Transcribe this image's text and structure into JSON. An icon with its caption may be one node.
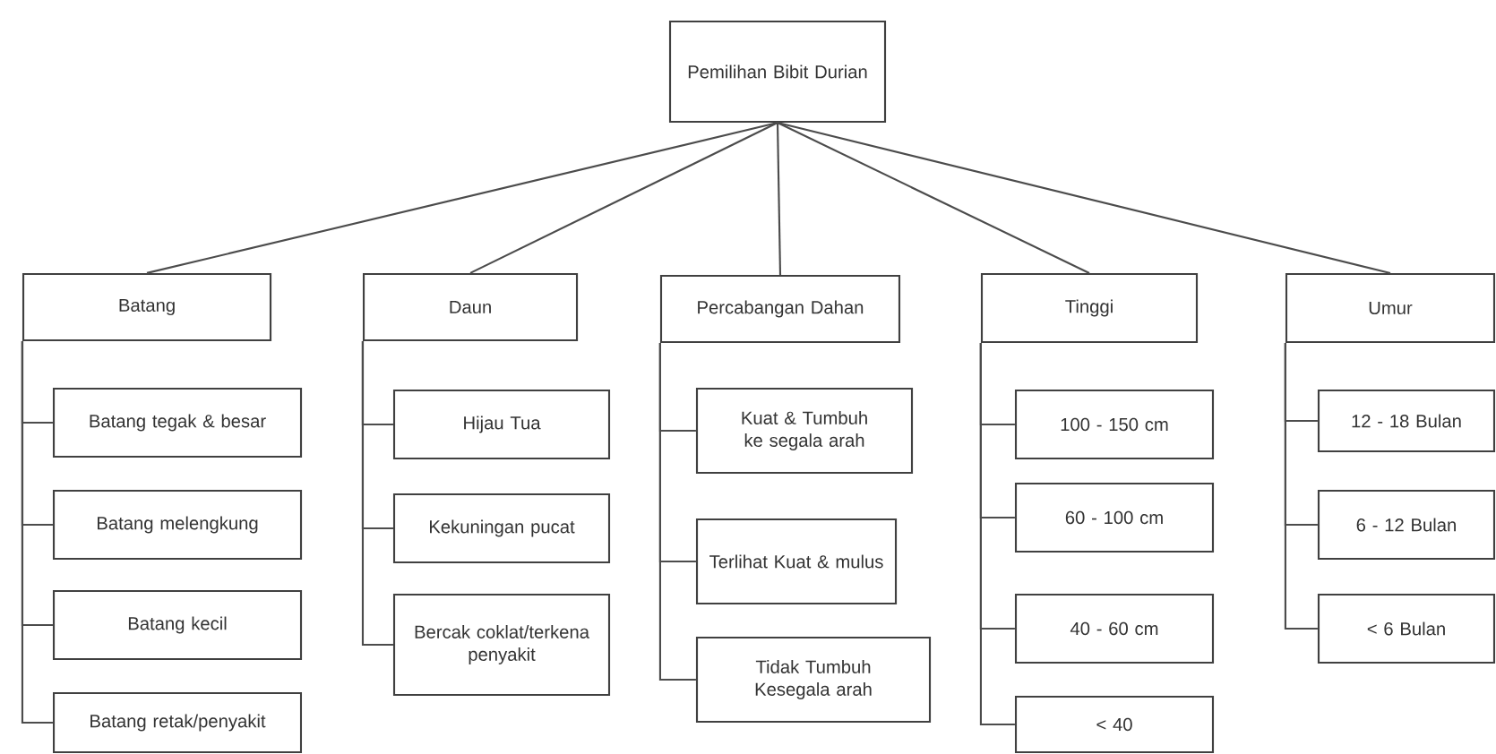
{
  "diagram": {
    "nodes": [
      {
        "text": [
          "Pemilihan Bibit Durian"
        ]
      },
      {
        "text": [
          "Batang"
        ]
      },
      {
        "text": [
          "Batang tegak & besar"
        ]
      },
      {
        "text": [
          "Batang melengkung"
        ]
      },
      {
        "text": [
          "Batang kecil"
        ]
      },
      {
        "text": [
          "Batang retak/penyakit"
        ]
      },
      {
        "text": [
          "Daun"
        ]
      },
      {
        "text": [
          "Hijau Tua"
        ]
      },
      {
        "text": [
          "Kekuningan pucat"
        ]
      },
      {
        "text": [
          "Bercak coklat/terkena penyakit"
        ]
      },
      {
        "text": [
          "Percabangan Dahan"
        ]
      },
      {
        "text": [
          "Kuat & Tumbuh ke segala arah"
        ]
      },
      {
        "text": [
          "Terlihat Kuat & mulus"
        ]
      },
      {
        "text": [
          "Tidak Tumbuh Kesegala arah"
        ]
      },
      {
        "text": [
          "Tinggi"
        ]
      },
      {
        "text": [
          "100 - 150 cm"
        ]
      },
      {
        "text": [
          "60 - 100 cm"
        ]
      },
      {
        "text": [
          "40 - 60 cm"
        ]
      },
      {
        "text": [
          "< 40"
        ]
      },
      {
        "text": [
          "Umur"
        ]
      },
      {
        "text": [
          "12 - 18 Bulan"
        ]
      },
      {
        "text": [
          "6 - 12 Bulan"
        ]
      },
      {
        "text": [
          "< 6 Bulan"
        ]
      }
    ],
    "edges": [
      {
        "from": 0,
        "to": 1,
        "arrow": "none"
      },
      {
        "from": 0,
        "to": 6,
        "arrow": "none"
      },
      {
        "from": 0,
        "to": 10,
        "arrow": "none"
      },
      {
        "from": 0,
        "to": 14,
        "arrow": "none"
      },
      {
        "from": 0,
        "to": 19,
        "arrow": "none"
      },
      {
        "from": 1,
        "to": 2,
        "arrow": "none"
      },
      {
        "from": 1,
        "to": 3,
        "arrow": "none"
      },
      {
        "from": 1,
        "to": 4,
        "arrow": "none"
      },
      {
        "from": 1,
        "to": 5,
        "arrow": "none"
      },
      {
        "from": 6,
        "to": 7,
        "arrow": "none"
      },
      {
        "from": 6,
        "to": 8,
        "arrow": "none"
      },
      {
        "from": 6,
        "to": 9,
        "arrow": "none"
      },
      {
        "from": 10,
        "to": 11,
        "arrow": "none"
      },
      {
        "from": 10,
        "to": 12,
        "arrow": "none"
      },
      {
        "from": 10,
        "to": 13,
        "arrow": "none"
      },
      {
        "from": 14,
        "to": 15,
        "arrow": "none"
      },
      {
        "from": 14,
        "to": 16,
        "arrow": "none"
      },
      {
        "from": 14,
        "to": 17,
        "arrow": "none"
      },
      {
        "from": 14,
        "to": 18,
        "arrow": "none"
      },
      {
        "from": 19,
        "to": 20,
        "arrow": "none"
      },
      {
        "from": 19,
        "to": 21,
        "arrow": "none"
      },
      {
        "from": 19,
        "to": 22,
        "arrow": "none"
      }
    ]
  }
}
